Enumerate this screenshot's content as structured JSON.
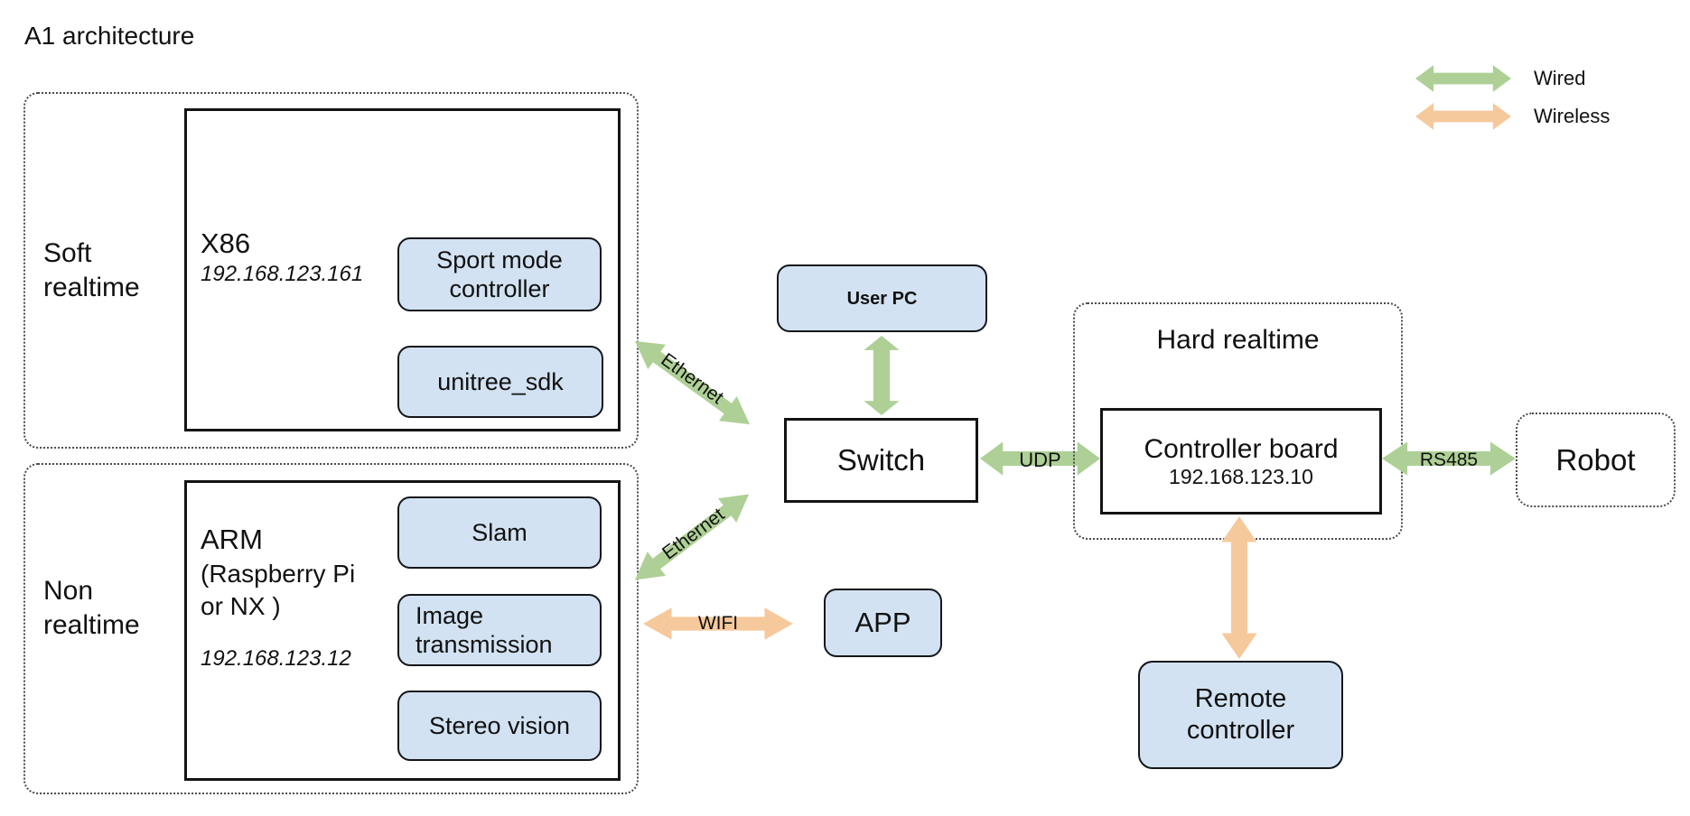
{
  "title": "A1 architecture",
  "legend": {
    "wired": "Wired",
    "wireless": "Wireless"
  },
  "colors": {
    "wired_arrow": "#aed096",
    "wireless_arrow": "#f6c99c",
    "node_fill": "#d2e2f2"
  },
  "soft_realtime": {
    "label": "Soft realtime",
    "computer": {
      "name": "X86",
      "ip": "192.168.123.161",
      "modules": [
        "Sport mode controller",
        "unitree_sdk"
      ]
    }
  },
  "non_realtime": {
    "label": "Non realtime",
    "computer": {
      "name": "ARM",
      "detail_line1": "(Raspberry Pi",
      "detail_line2": "or NX )",
      "ip": "192.168.123.12",
      "modules": [
        "Slam",
        "Image transmission",
        "Stereo vision"
      ]
    }
  },
  "hard_realtime": {
    "label": "Hard realtime",
    "controller_board": {
      "name": "Controller board",
      "ip": "192.168.123.10"
    }
  },
  "nodes": {
    "user_pc": "User PC",
    "switch": "Switch",
    "app": "APP",
    "robot": "Robot",
    "remote_controller": "Remote controller"
  },
  "connections": {
    "ethernet_top": "Ethernet",
    "ethernet_bottom": "Ethernet",
    "wifi": "WIFI",
    "udp": "UDP",
    "rs485": "RS485"
  }
}
